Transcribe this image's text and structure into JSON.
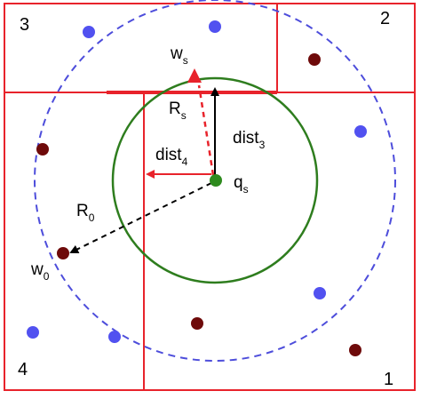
{
  "diagram": {
    "colors": {
      "grid": "#e8232b",
      "outer_circle": "#4d4ddb",
      "inner_circle": "#2e7d1e",
      "blue_point": "#5151f0",
      "dark_point": "#6e0a0a",
      "query_point": "#2e8b1e",
      "label_text": "#000000"
    },
    "cells": {
      "cell_3": "3",
      "cell_2": "2",
      "cell_4": "4",
      "cell_1": "1"
    },
    "labels": {
      "ws": {
        "base": "w",
        "sub": "s"
      },
      "rs": {
        "base": "R",
        "sub": "s"
      },
      "dist3": {
        "base": "dist",
        "sub": "3"
      },
      "dist4": {
        "base": "dist",
        "sub": "4"
      },
      "qs": {
        "base": "q",
        "sub": "s"
      },
      "r0": {
        "base": "R",
        "sub": "0"
      },
      "w0": {
        "base": "w",
        "sub": "0"
      }
    }
  }
}
